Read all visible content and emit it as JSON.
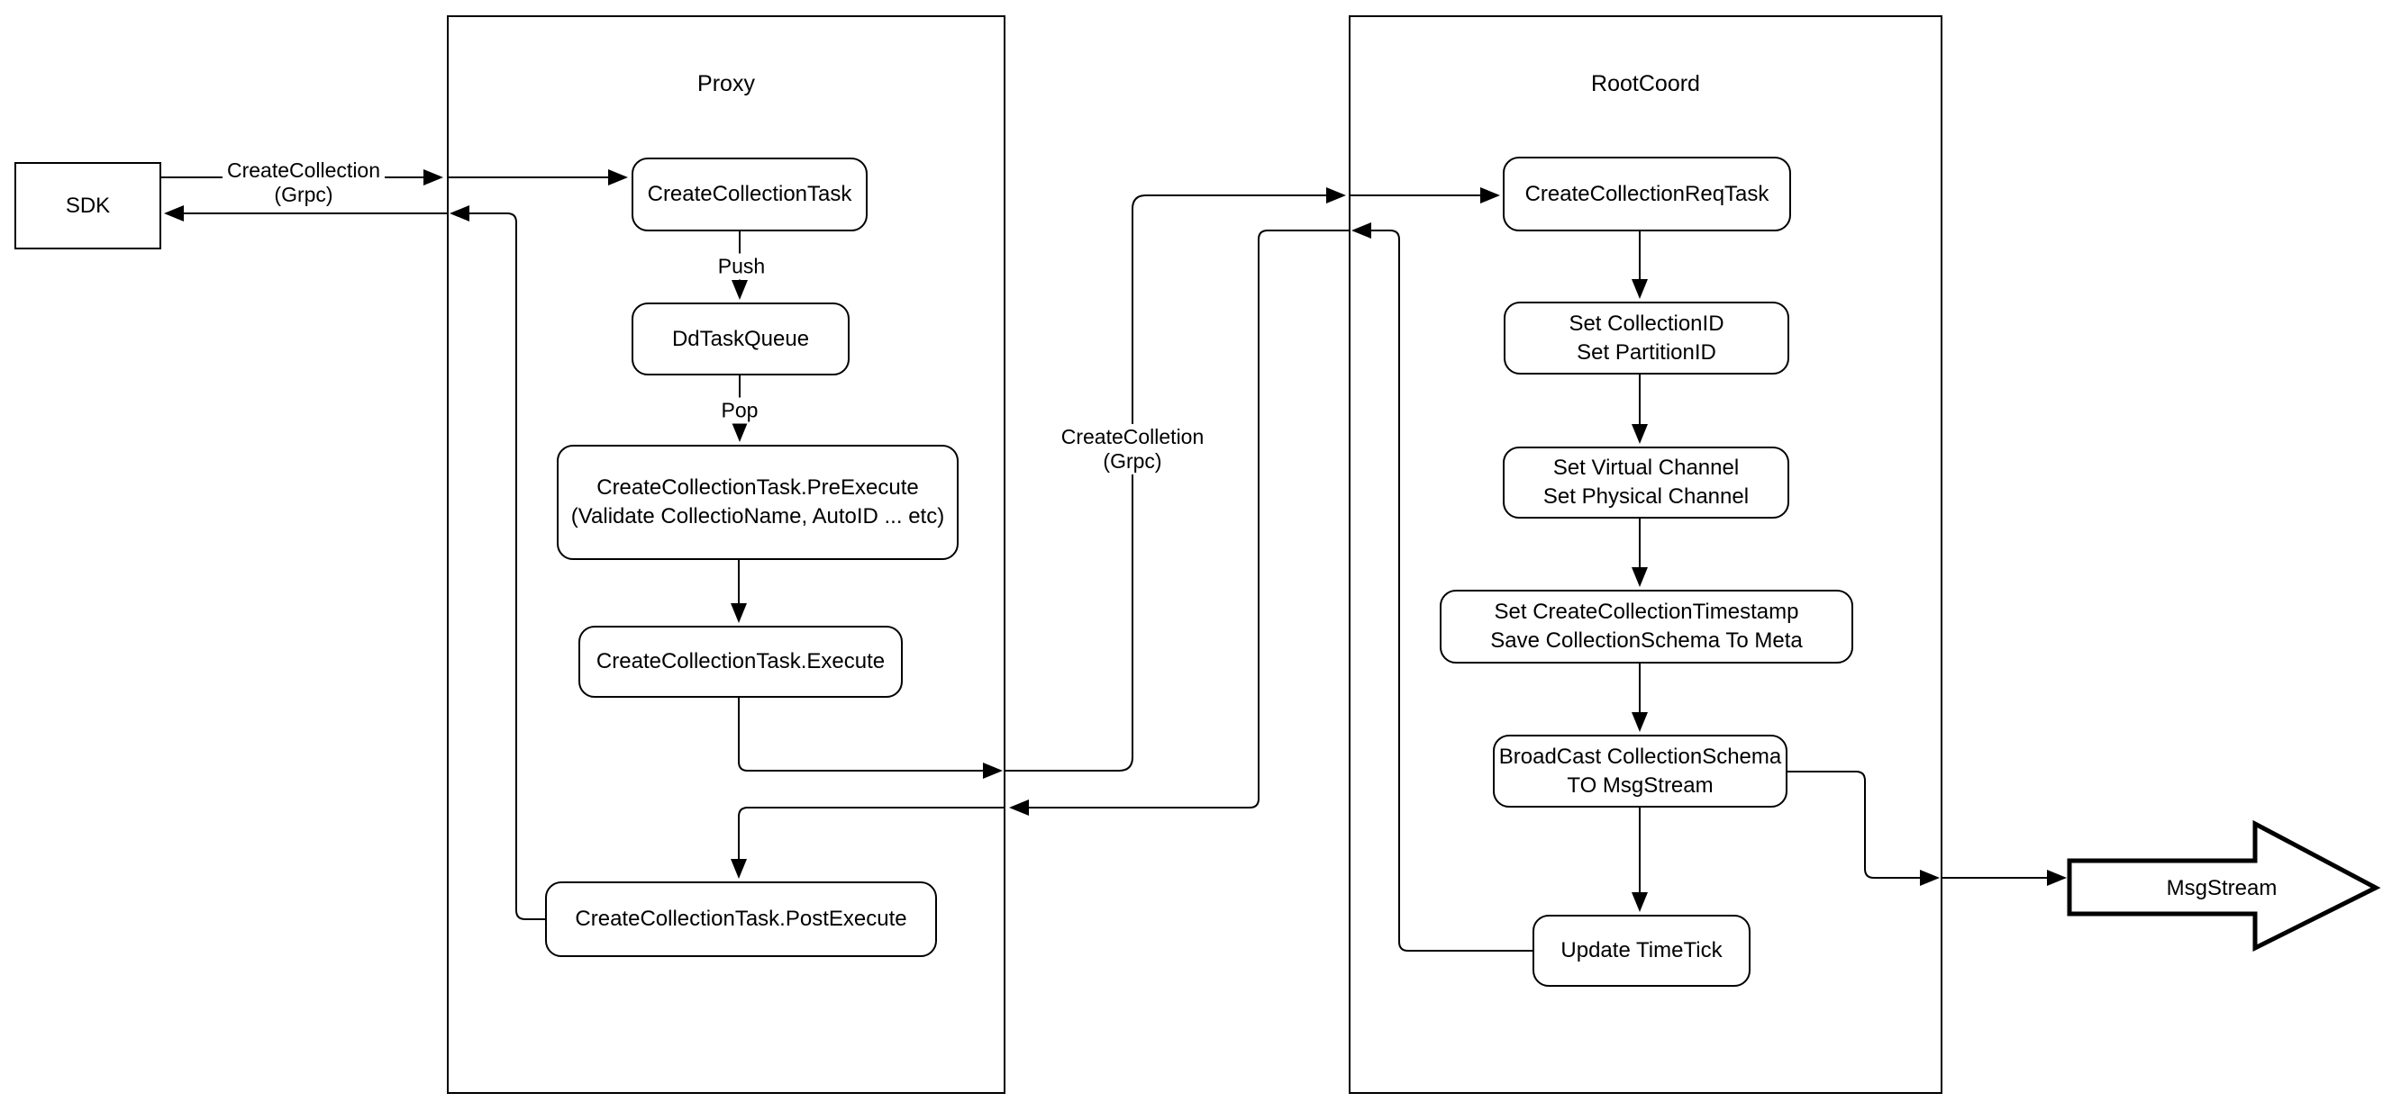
{
  "colors": {
    "stroke": "#000000",
    "canvas_bg": "#ffffff"
  },
  "containers": {
    "proxy": {
      "title": "Proxy"
    },
    "rootcoord": {
      "title": "RootCoord"
    }
  },
  "nodes": {
    "sdk": {
      "label": "SDK"
    },
    "create_collection_task": {
      "label": "CreateCollectionTask"
    },
    "dd_task_queue": {
      "label": "DdTaskQueue"
    },
    "pre_execute": {
      "line1": "CreateCollectionTask.PreExecute",
      "line2": "(Validate CollectioName, AutoID ... etc)"
    },
    "execute": {
      "label": "CreateCollectionTask.Execute"
    },
    "post_execute": {
      "label": "CreateCollectionTask.PostExecute"
    },
    "create_collection_req_task": {
      "label": "CreateCollectionReqTask"
    },
    "set_ids": {
      "line1": "Set CollectionID",
      "line2": "Set PartitionID"
    },
    "set_channels": {
      "line1": "Set Virtual Channel",
      "line2": "Set Physical Channel"
    },
    "set_timestamp_save_meta": {
      "line1": "Set CreateCollectionTimestamp",
      "line2": "Save CollectionSchema To Meta"
    },
    "broadcast_schema": {
      "line1": "BroadCast CollectionSchema",
      "line2": "TO MsgStream"
    },
    "update_timetick": {
      "label": "Update TimeTick"
    },
    "msgstream": {
      "label": "MsgStream"
    }
  },
  "edge_labels": {
    "sdk_create_collection": {
      "line1": "CreateCollection",
      "line2": "(Grpc)"
    },
    "push": "Push",
    "pop": "Pop",
    "proxy_to_rootcoord": {
      "line1": "CreateColletion",
      "line2": "(Grpc)"
    }
  }
}
